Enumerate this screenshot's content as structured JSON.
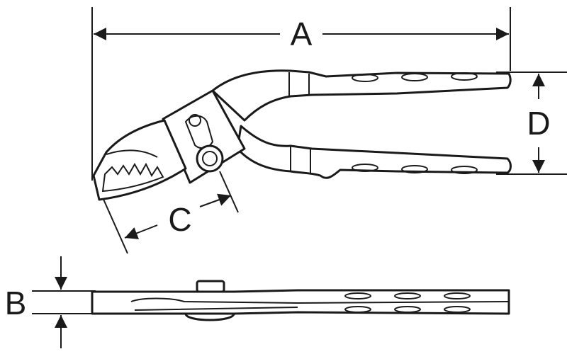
{
  "figure": {
    "labels": {
      "a": "A",
      "b": "B",
      "c": "C",
      "d": "D"
    },
    "colors": {
      "line": "#1a1a1a",
      "background": "#ffffff"
    }
  }
}
